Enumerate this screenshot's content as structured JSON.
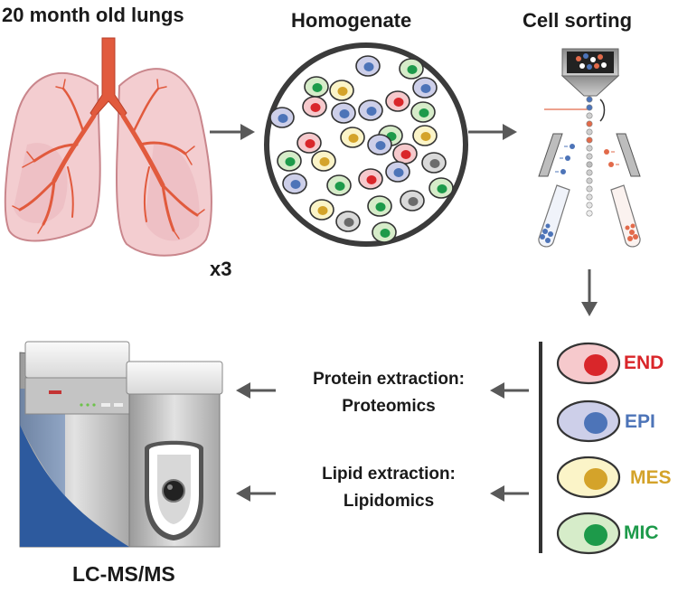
{
  "titles": {
    "lungs": "20 month old lungs",
    "homogenate": "Homogenate",
    "sorting": "Cell sorting",
    "replicates": "x3",
    "instrument": "LC-MS/MS"
  },
  "steps": {
    "protein_line1": "Protein extraction:",
    "protein_line2": "Proteomics",
    "lipid_line1": "Lipid extraction:",
    "lipid_line2": "Lipidomics"
  },
  "cell_types": [
    {
      "label": "END",
      "color": "#d9262a",
      "membrane": "#f6c9cc"
    },
    {
      "label": "EPI",
      "color": "#4d74b8",
      "membrane": "#cdcfe9"
    },
    {
      "label": "MES",
      "color": "#d4a32a",
      "membrane": "#fbf4c8"
    },
    {
      "label": "MIC",
      "color": "#1d9a4a",
      "membrane": "#d6ecc9"
    }
  ],
  "colors": {
    "lung_fill": "#f3cdd0",
    "airway": "#e15a3d",
    "arrow": "#595959",
    "instrument_blue": "#2d5a9e",
    "instrument_gray": "#bfbfbf"
  }
}
